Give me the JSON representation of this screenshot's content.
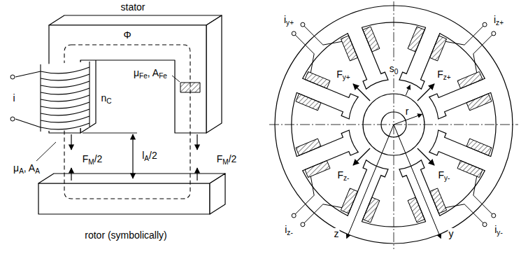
{
  "diagram": {
    "labels": [
      "stator",
      "Φ",
      "i",
      "nC",
      "μFe, AFe",
      "μA, AA",
      "FM/2",
      "lA/2",
      "FM/2",
      "rotor (symbolically)",
      "iy+",
      "iz+",
      "Fy+",
      "Fz+",
      "s0",
      "r",
      "Fz-",
      "Fy-",
      "z",
      "y",
      "iz-",
      "iy-"
    ]
  }
}
